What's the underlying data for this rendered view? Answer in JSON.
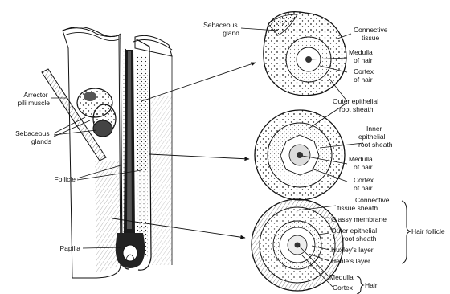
{
  "labels": {
    "arrector_pili_muscle": [
      "Arrector",
      "pili muscle"
    ],
    "sebaceous_glands": [
      "Sebaceous",
      "glands"
    ],
    "follicle": "Follicle",
    "papilla": "Papilla",
    "sebaceous_gland": [
      "Sebaceous",
      "gland"
    ],
    "connective_tissue": [
      "Connective",
      "tissue"
    ],
    "medulla_of_hair_1": [
      "Medulla",
      "of hair"
    ],
    "cortex_of_hair_1": [
      "Cortex",
      "of hair"
    ],
    "outer_epithelial_root_sheath_1": [
      "Outer epithelial",
      "root sheath"
    ],
    "inner_epithelial_root_sheath": [
      "Inner",
      "epithelial",
      "root sheath"
    ],
    "medulla_of_hair_2": [
      "Medulla",
      "of hair"
    ],
    "cortex_of_hair_2": [
      "Cortex",
      "of hair"
    ],
    "connective_tissue_sheath": [
      "Connective",
      "tissue sheath"
    ],
    "glassy_membrane": "Glassy membrane",
    "outer_epithelial_root_sheath_2": [
      "Outer epithelial",
      "root sheath"
    ],
    "huxleys_layer": "Huxley's layer",
    "henles_layer": "Henle's layer",
    "hair_follicle": "Hair follicle",
    "medulla": "Medulla",
    "cortex": "Cortex",
    "hair": "Hair"
  }
}
